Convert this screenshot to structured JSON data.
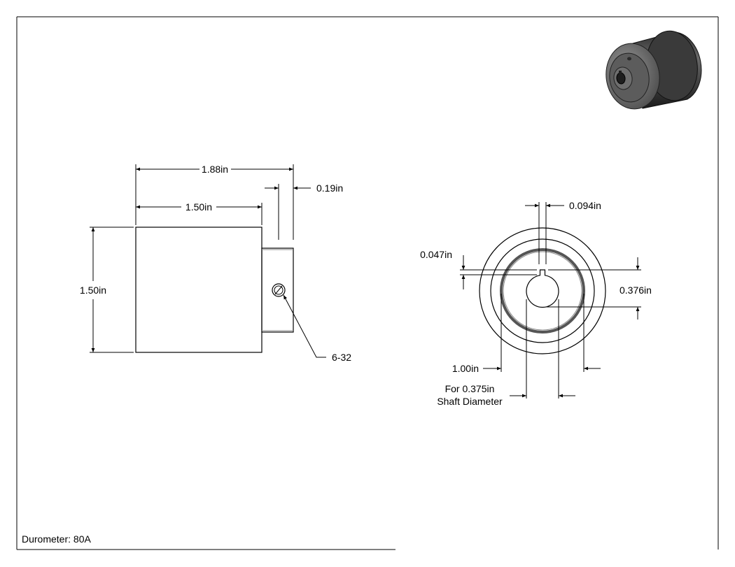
{
  "drawing": {
    "side_view": {
      "overall_length": "1.88in",
      "hub_length": "0.19in",
      "body_length": "1.50in",
      "diameter": "1.50in",
      "set_screw": "6-32"
    },
    "end_view": {
      "keyway_width": "0.094in",
      "keyway_depth": "0.047in",
      "bore_with_key": "0.376in",
      "hub_diameter": "1.00in",
      "shaft_note_line1": "For 0.375in",
      "shaft_note_line2": "Shaft Diameter"
    },
    "notes": {
      "durometer": "Durometer: 80A"
    }
  },
  "colors": {
    "line": "#000000",
    "hub_ring": "#555555",
    "iso_body": "#4a4a4a",
    "iso_face": "#8a8a8a"
  },
  "icons": {
    "iso_view": "roller-3d-icon"
  }
}
